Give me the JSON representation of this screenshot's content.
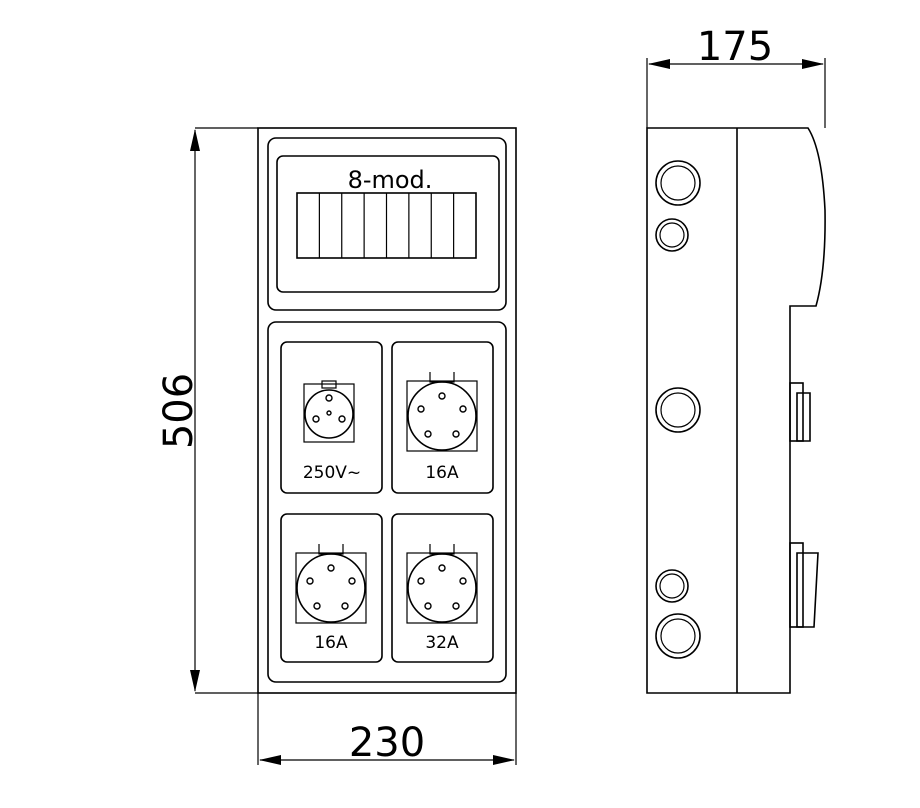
{
  "dimensions": {
    "height": "506",
    "width": "230",
    "depth": "175"
  },
  "front_view": {
    "module_panel_label": "8-mod.",
    "module_count": 8,
    "sockets": [
      {
        "label": "250V~"
      },
      {
        "label": "16A"
      },
      {
        "label": "16A"
      },
      {
        "label": "32A"
      }
    ]
  }
}
